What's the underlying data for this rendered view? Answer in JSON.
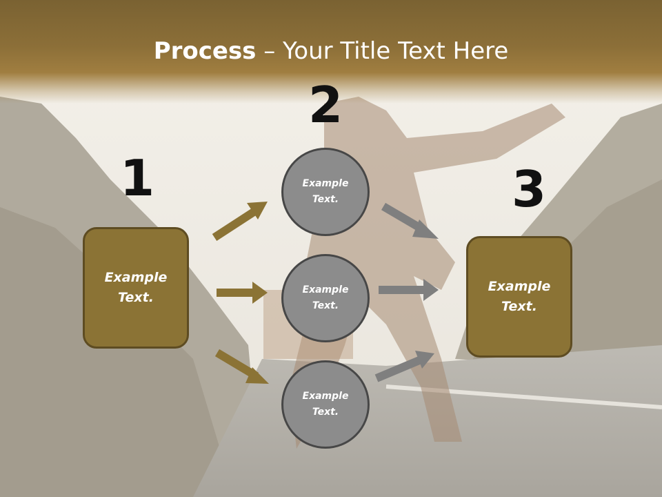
{
  "title": {
    "bold": "Process",
    "rest": " – Your Title Text Here"
  },
  "steps": [
    {
      "number": "1"
    },
    {
      "number": "2"
    },
    {
      "number": "3"
    }
  ],
  "left_box": {
    "label": "Example\nText."
  },
  "right_box": {
    "label": "Example\nText."
  },
  "circles": [
    {
      "label": "Example\nText."
    },
    {
      "label": "Example\nText."
    },
    {
      "label": "Example\nText."
    }
  ],
  "colors": {
    "header": "#8c6f38",
    "box_fill": "#8b7335",
    "box_border": "#5e4c22",
    "circle_fill": "#8c8c8c",
    "circle_border": "#474747",
    "arrow_gold": "#8b7335",
    "arrow_gray": "#7f7f7f"
  }
}
